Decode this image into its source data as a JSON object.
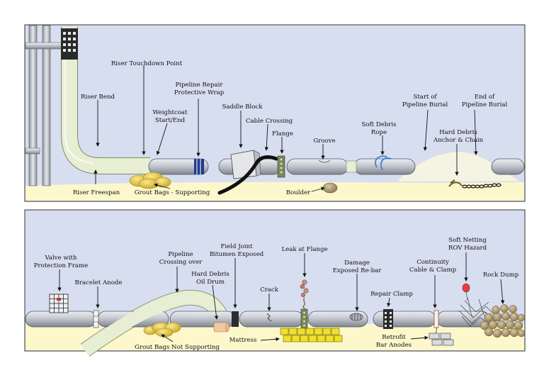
{
  "panel_top": {
    "labels": {
      "riser_touchdown": "Riser Touchdown Point",
      "riser_bend": "Riser Bend",
      "repair_wrap_1": "Pipeline Repair",
      "repair_wrap_2": "Protective Wrap",
      "weightcoat_1": "Weightcoat",
      "weightcoat_2": "Start/End",
      "saddle_block": "Saddle Block",
      "cable_crossing": "Cable Crossing",
      "flange": "Flange",
      "groove": "Groove",
      "soft_debris_1": "Soft Debris",
      "soft_debris_2": "Rope",
      "start_burial_1": "Start of",
      "start_burial_2": "Pipeline Burial",
      "end_burial_1": "End of",
      "end_burial_2": "Pipeline Burial",
      "hard_debris_1": "Hard Debris",
      "hard_debris_2": "Anchor & Chain",
      "riser_freespan": "Riser Freespan",
      "grout_bags_supporting": "Grout Bags - Supporting",
      "boulder": "Boulder"
    }
  },
  "panel_bottom": {
    "labels": {
      "valve_1": "Valve with",
      "valve_2": "Protection Frame",
      "bracelet_anode": "Bracelet Anode",
      "crossing_1": "Pipeline",
      "crossing_2": "Crossing over",
      "oil_drum_1": "Hard Debris",
      "oil_drum_2": "Oil Drum",
      "field_joint_1": "Field Joint",
      "field_joint_2": "Bitumen Exposed",
      "crack": "Crack",
      "leak_flange": "Leak at Flange",
      "damage_1": "Damage",
      "damage_2": "Exposed Re-bar",
      "repair_clamp": "Repair Clamp",
      "continuity_1": "Continuity",
      "continuity_2": "Cable & Clamp",
      "soft_netting_1": "Soft Netting",
      "soft_netting_2": "ROV Hazard",
      "rock_dump": "Rock Dump",
      "grout_not_supporting": "Grout Bags Not Supporting",
      "mattress": "Mattress",
      "retrofit_1": "Retrofit",
      "retrofit_2": "Bar Anodes"
    }
  },
  "colors": {
    "sky": "#d7def0",
    "seabed": "#fcf8cc",
    "pipe": "#bcc0c8",
    "riser": "#dde8c4",
    "grout": "#e8c84a",
    "wrap": "#1f3a8c",
    "mattress": "#f0e02a",
    "rope": "#3a7bd5",
    "netting_float": "#e04040",
    "rock": "#a89468"
  }
}
